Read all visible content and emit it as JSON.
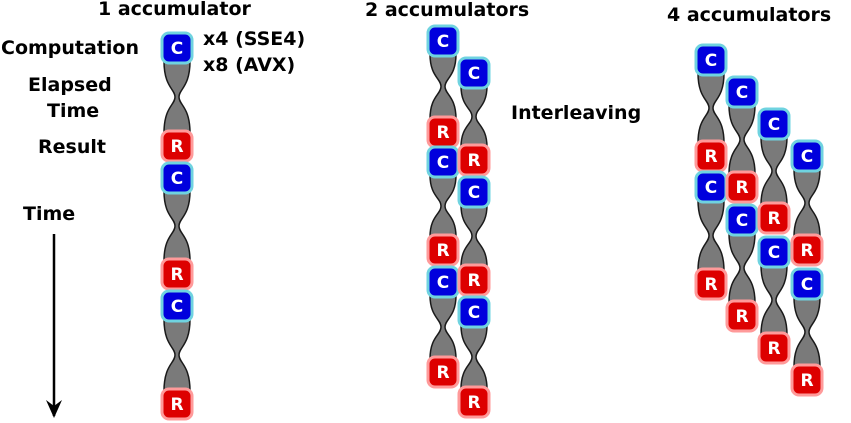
{
  "titles": {
    "one": "1 accumulator",
    "two": "2 accumulators",
    "four": "4 accumulators"
  },
  "labels": {
    "computation": "Computation",
    "elapsed_line1": "Elapsed",
    "elapsed_line2": "Time",
    "result": "Result",
    "time": "Time",
    "sse4": "x4 (SSE4)",
    "avx": "x8 (AVX)",
    "interleaving": "Interleaving"
  },
  "box_letters": {
    "computation": "C",
    "result": "R"
  },
  "colors": {
    "computation_fill": "#0000dd",
    "computation_border": "#6fd3e0",
    "result_fill": "#dd0000",
    "result_border": "#ff9a9a",
    "connector": "#7a7a7a"
  }
}
